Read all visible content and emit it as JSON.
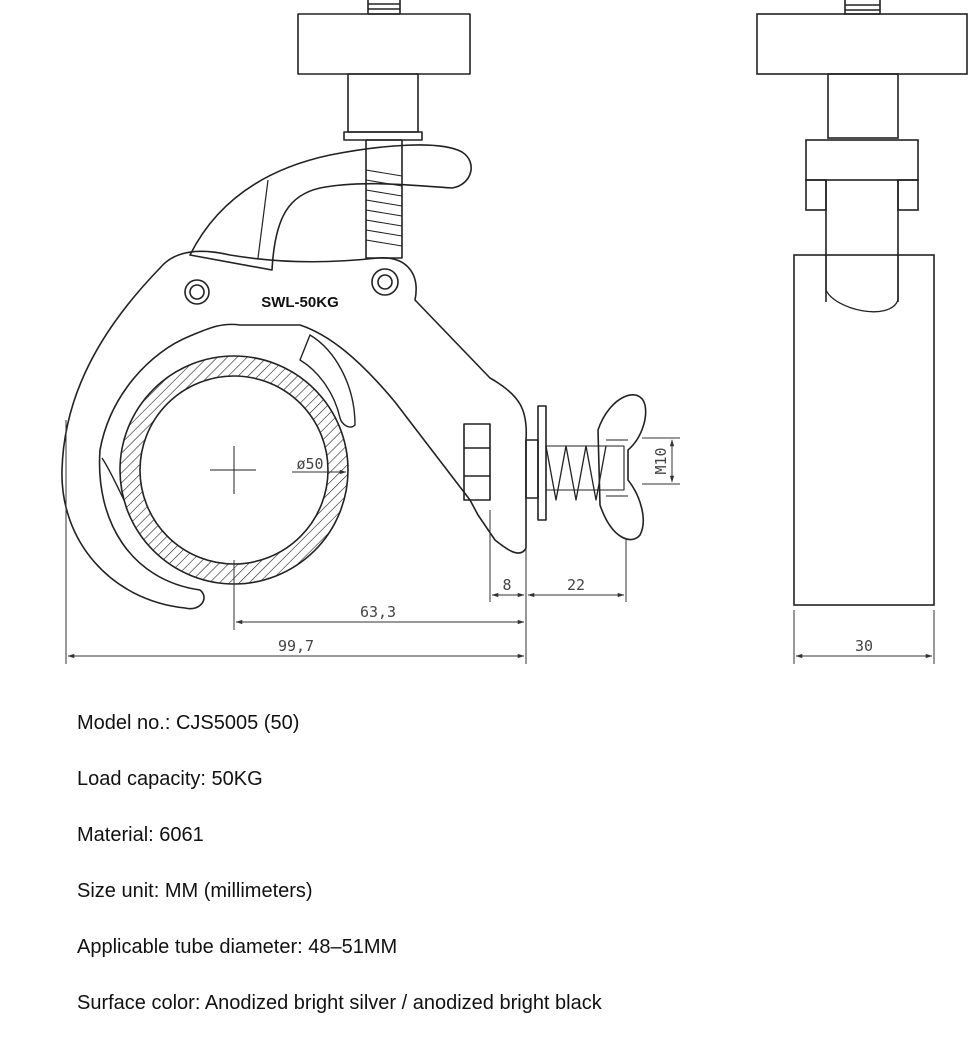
{
  "drawing": {
    "engraving": "SWL-50KG",
    "dimensions": {
      "tube_diameter": "ø50",
      "thread": "M10",
      "washer_offset": "8",
      "wingnut_offset": "22",
      "center_to_bolt": "63,3",
      "overall_width": "99,7",
      "side_width": "30"
    }
  },
  "specs": [
    {
      "label": "Model no.:",
      "value": "CJS5005 (50)"
    },
    {
      "label": "Load capacity:",
      "value": "50KG"
    },
    {
      "label": "Material:",
      "value": "6061"
    },
    {
      "label": "Size unit:",
      "value": "MM (millimeters)"
    },
    {
      "label": "Applicable tube diameter:",
      "value": "48–51MM"
    },
    {
      "label": "Surface color:",
      "value": "Anodized bright silver / anodized bright black"
    }
  ]
}
